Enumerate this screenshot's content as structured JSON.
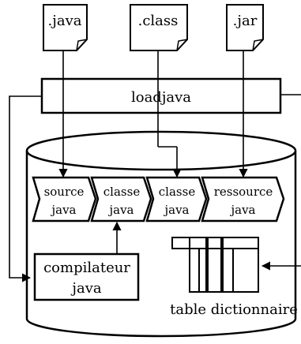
{
  "files": [
    {
      "name": ".java"
    },
    {
      "name": ".class"
    },
    {
      "name": ".jar"
    }
  ],
  "loader": {
    "label": "loadjava"
  },
  "stages": [
    {
      "line1": "source",
      "line2": "java"
    },
    {
      "line1": "classe",
      "line2": "java"
    },
    {
      "line1": "classe",
      "line2": "java"
    },
    {
      "line1": "ressource",
      "line2": "java"
    }
  ],
  "compiler": {
    "line1": "compilateur",
    "line2": "java"
  },
  "dictionary": {
    "label": "table dictionnaire"
  }
}
